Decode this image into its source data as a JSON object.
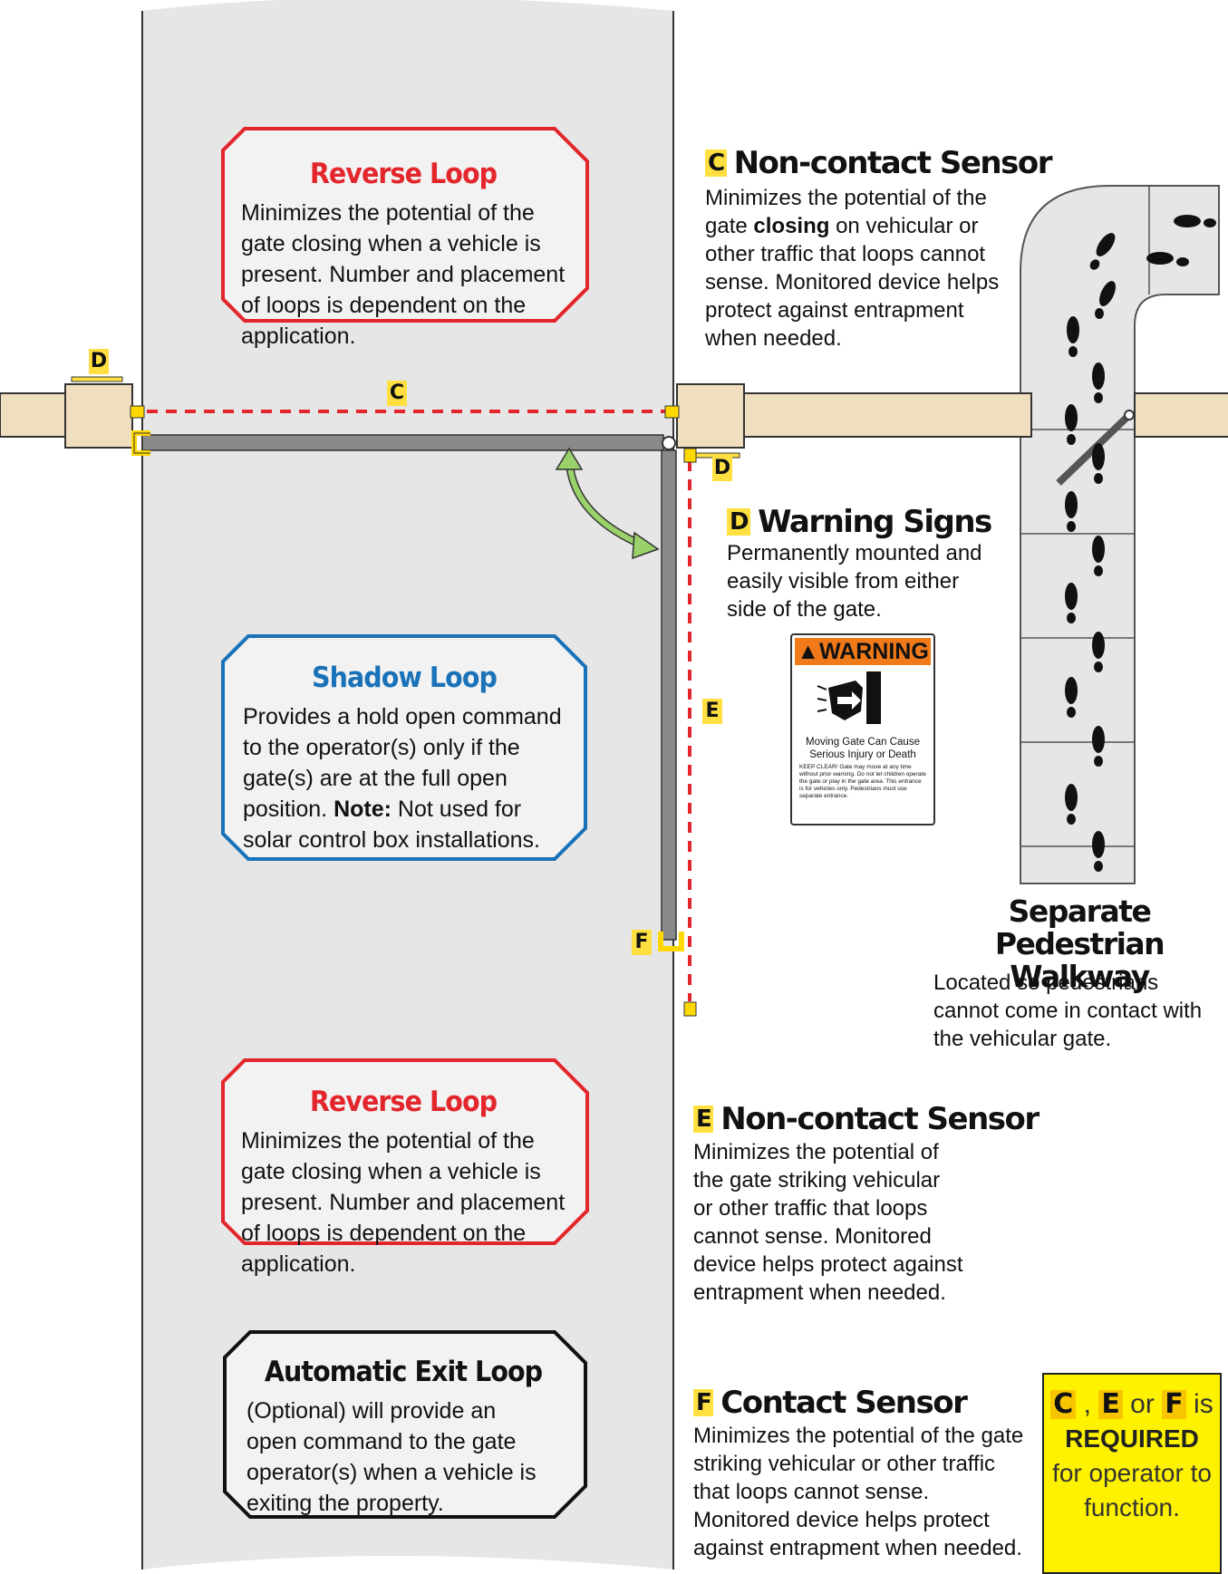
{
  "labels": {
    "c": "C",
    "d": "D",
    "e": "E",
    "f": "F"
  },
  "loops": {
    "reverse_top": {
      "title": "Reverse Loop",
      "text": "Minimizes the potential of the gate closing when a vehicle is present. Number and placement of loops is dependent on the application."
    },
    "shadow": {
      "title": "Shadow Loop",
      "text": "Provides a hold open command to the operator(s) only if the gate(s) are at the full open position.",
      "note_label": "Note:",
      "note_text": "Not used for solar control box installations."
    },
    "reverse_bottom": {
      "title": "Reverse Loop",
      "text": "Minimizes the potential of the gate closing when a vehicle is present. Number and placement of loops is dependent on the application."
    },
    "exit": {
      "title": "Automatic Exit Loop",
      "text": "(Optional) will provide an open command to the gate operator(s) when a vehicle is exiting the property."
    }
  },
  "sections": {
    "c": {
      "tag": "C",
      "title": "Non-contact Sensor",
      "text_before": "Minimizes the potential of the gate",
      "bold": "closing",
      "text_after": "on vehicular or other traffic that loops cannot sense. Monitored device helps protect against entrapment when needed."
    },
    "d": {
      "tag": "D",
      "title": "Warning Signs",
      "text": "Permanently mounted and easily visible from either side of the gate."
    },
    "e": {
      "tag": "E",
      "title": "Non-contact Sensor",
      "text": "Minimizes the potential of the gate striking vehicular or other traffic that loops cannot sense. Monitored device helps protect against entrapment when needed."
    },
    "f": {
      "tag": "F",
      "title": "Contact Sensor",
      "text": "Minimizes the potential of the gate striking vehicular or other traffic that loops cannot sense. Monitored device helps protect against entrapment when needed."
    },
    "walkway": {
      "title": "Separate Pedestrian Walkway",
      "text": "Located so pedestrians cannot come in contact with the vehicular gate."
    }
  },
  "warning_sign": {
    "header": "WARNING",
    "line1": "Moving Gate Can Cause Serious Injury or Death",
    "line2": "KEEP CLEAR! Gate may move at any time without prior warning. Do not let children operate the gate or play in the gate area. This entrance is for vehicles only. Pedestrians must use separate entrance."
  },
  "required": {
    "tag_c": "C",
    "tag_e": "E",
    "tag_f": "F",
    "sep1": ",",
    "sep2": "or",
    "sep3": "is",
    "bold": "REQUIRED",
    "rest": "for operator to function."
  },
  "colors": {
    "reverse": "#e2262b",
    "shadow": "#1a72b8",
    "exit": "#111111",
    "post": "#f0dfbf",
    "road": "#e6e6e6",
    "label": "#ffe040",
    "sensor": "#ffd800",
    "arrow": "#9ad16a",
    "req_bg": "#fff200"
  }
}
